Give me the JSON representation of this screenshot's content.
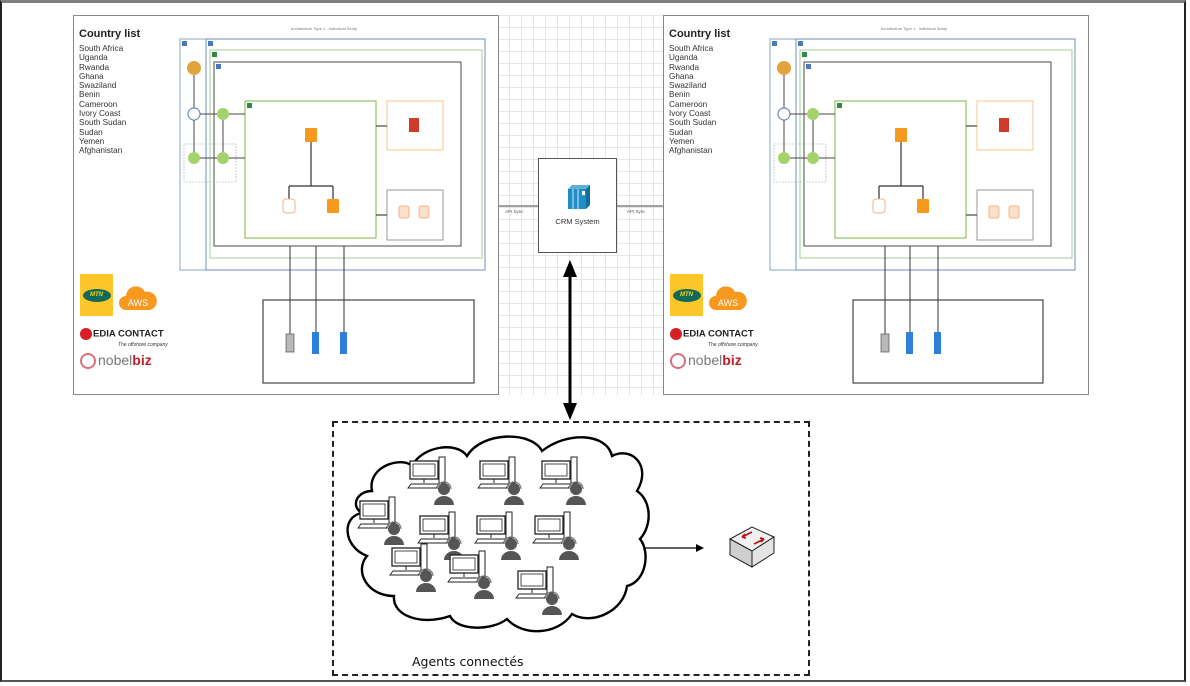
{
  "left_panel": {
    "country_title": "Country list",
    "countries": [
      "South Africa",
      "Uganda",
      "Rwanda",
      "Ghana",
      "Swaziland",
      "Benin",
      "Cameroon",
      "Ivory Coast",
      "South Sudan",
      "Sudan",
      "Yemen",
      "Afghanistan"
    ],
    "arch_title": "Architecture Type 1 - Individual Setup",
    "logos": {
      "mtn": "MTN",
      "aws": "AWS",
      "media_contact": "EDIA CONTACT",
      "media_contact_tagline": "The offshore company",
      "nobel_prefix": "nobel",
      "nobel_suffix": "biz"
    }
  },
  "right_panel": {
    "country_title": "Country list",
    "countries": [
      "South Africa",
      "Uganda",
      "Rwanda",
      "Ghana",
      "Swaziland",
      "Benin",
      "Cameroon",
      "Ivory Coast",
      "South Sudan",
      "Sudan",
      "Yemen",
      "Afghanistan"
    ],
    "arch_title": "Architecture Type 1 - Individual Setup",
    "logos": {
      "mtn": "MTN",
      "aws": "AWS",
      "media_contact": "EDIA CONTACT",
      "media_contact_tagline": "The offshore company",
      "nobel_prefix": "nobel",
      "nobel_suffix": "biz"
    }
  },
  "crm": {
    "label": "CRM System",
    "api_left": "API Sync",
    "api_right": "API Sync"
  },
  "agents": {
    "label": "Agents connectés",
    "workstation_count": 10
  },
  "colors": {
    "aws_orange": "#f7981f",
    "aws_green": "#7cba3f",
    "aws_blue_border": "#8aa7c9",
    "aws_red": "#d13b2a",
    "server_blue": "#2d7fd8",
    "crm_icon": "#1f8ec4",
    "switch_arrow": "#c0101a"
  }
}
